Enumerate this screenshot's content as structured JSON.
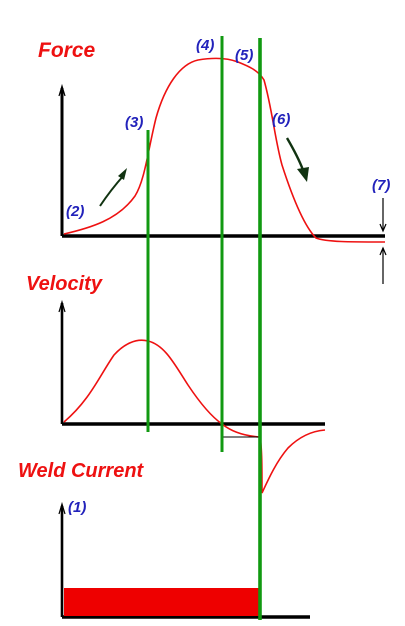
{
  "labels": {
    "force": "Force",
    "velocity": "Velocity",
    "weld_current": "Weld Current"
  },
  "steps": {
    "s1": "(1)",
    "s2": "(2)",
    "s3": "(3)",
    "s4": "(4)",
    "s5": "(5)",
    "s6": "(6)",
    "s7": "(7)"
  },
  "colors": {
    "title": "#ee1111",
    "step": "#2222bb",
    "curve": "#ee1111",
    "marker_line": "#119911",
    "axis": "#000000",
    "current_fill": "#ee0000",
    "arrow": "#113311"
  }
}
